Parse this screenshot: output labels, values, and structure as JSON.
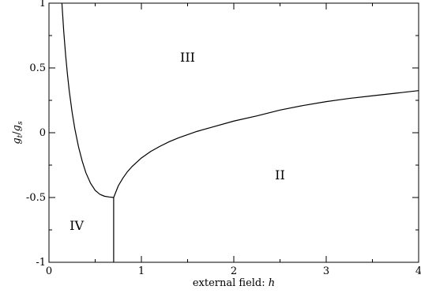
{
  "chart_data": {
    "type": "line",
    "xlabel_text": "external field: ",
    "xlabel_var": "h",
    "ylabel": {
      "g1": "g",
      "s1": "t",
      "sep": "/",
      "g2": "g",
      "s2": "s"
    },
    "xlim": [
      0,
      4
    ],
    "ylim": [
      -1,
      1
    ],
    "x_ticks": [
      {
        "value": 0,
        "label": "0"
      },
      {
        "value": 1,
        "label": "1"
      },
      {
        "value": 2,
        "label": "2"
      },
      {
        "value": 3,
        "label": "3"
      },
      {
        "value": 4,
        "label": "4"
      }
    ],
    "y_ticks": [
      {
        "value": 1,
        "label": "1"
      },
      {
        "value": 0.5,
        "label": "0.5"
      },
      {
        "value": 0,
        "label": "0"
      },
      {
        "value": -0.5,
        "label": "-0.5"
      },
      {
        "value": -1,
        "label": "-1"
      }
    ],
    "series": [
      {
        "x": [
          0.14,
          0.16,
          0.18,
          0.2,
          0.22,
          0.25,
          0.28,
          0.32,
          0.36,
          0.4,
          0.45,
          0.5,
          0.55,
          0.6,
          0.65,
          0.7
        ],
        "y": [
          1.0,
          0.78,
          0.6,
          0.45,
          0.32,
          0.16,
          0.03,
          -0.11,
          -0.22,
          -0.31,
          -0.39,
          -0.445,
          -0.475,
          -0.49,
          -0.496,
          -0.5
        ]
      },
      {
        "x": [
          0.7,
          0.75,
          0.8,
          0.85,
          0.9,
          1.0,
          1.1,
          1.2,
          1.3,
          1.4,
          1.5,
          1.6,
          1.75,
          2.0,
          2.25,
          2.5,
          2.75,
          3.0,
          3.25,
          3.5,
          3.75,
          4.0
        ],
        "y": [
          -0.5,
          -0.41,
          -0.35,
          -0.3,
          -0.26,
          -0.195,
          -0.145,
          -0.105,
          -0.07,
          -0.04,
          -0.015,
          0.01,
          0.04,
          0.09,
          0.13,
          0.175,
          0.21,
          0.24,
          0.265,
          0.285,
          0.305,
          0.325
        ]
      },
      {
        "x": [
          0.7,
          0.7
        ],
        "y": [
          -0.5,
          -1.0
        ]
      }
    ],
    "annotations": [
      {
        "label": "III",
        "x": 1.5,
        "y": 0.55
      },
      {
        "label": "II",
        "x": 2.5,
        "y": -0.36
      },
      {
        "label": "IV",
        "x": 0.3,
        "y": -0.75
      }
    ],
    "grid": false
  }
}
